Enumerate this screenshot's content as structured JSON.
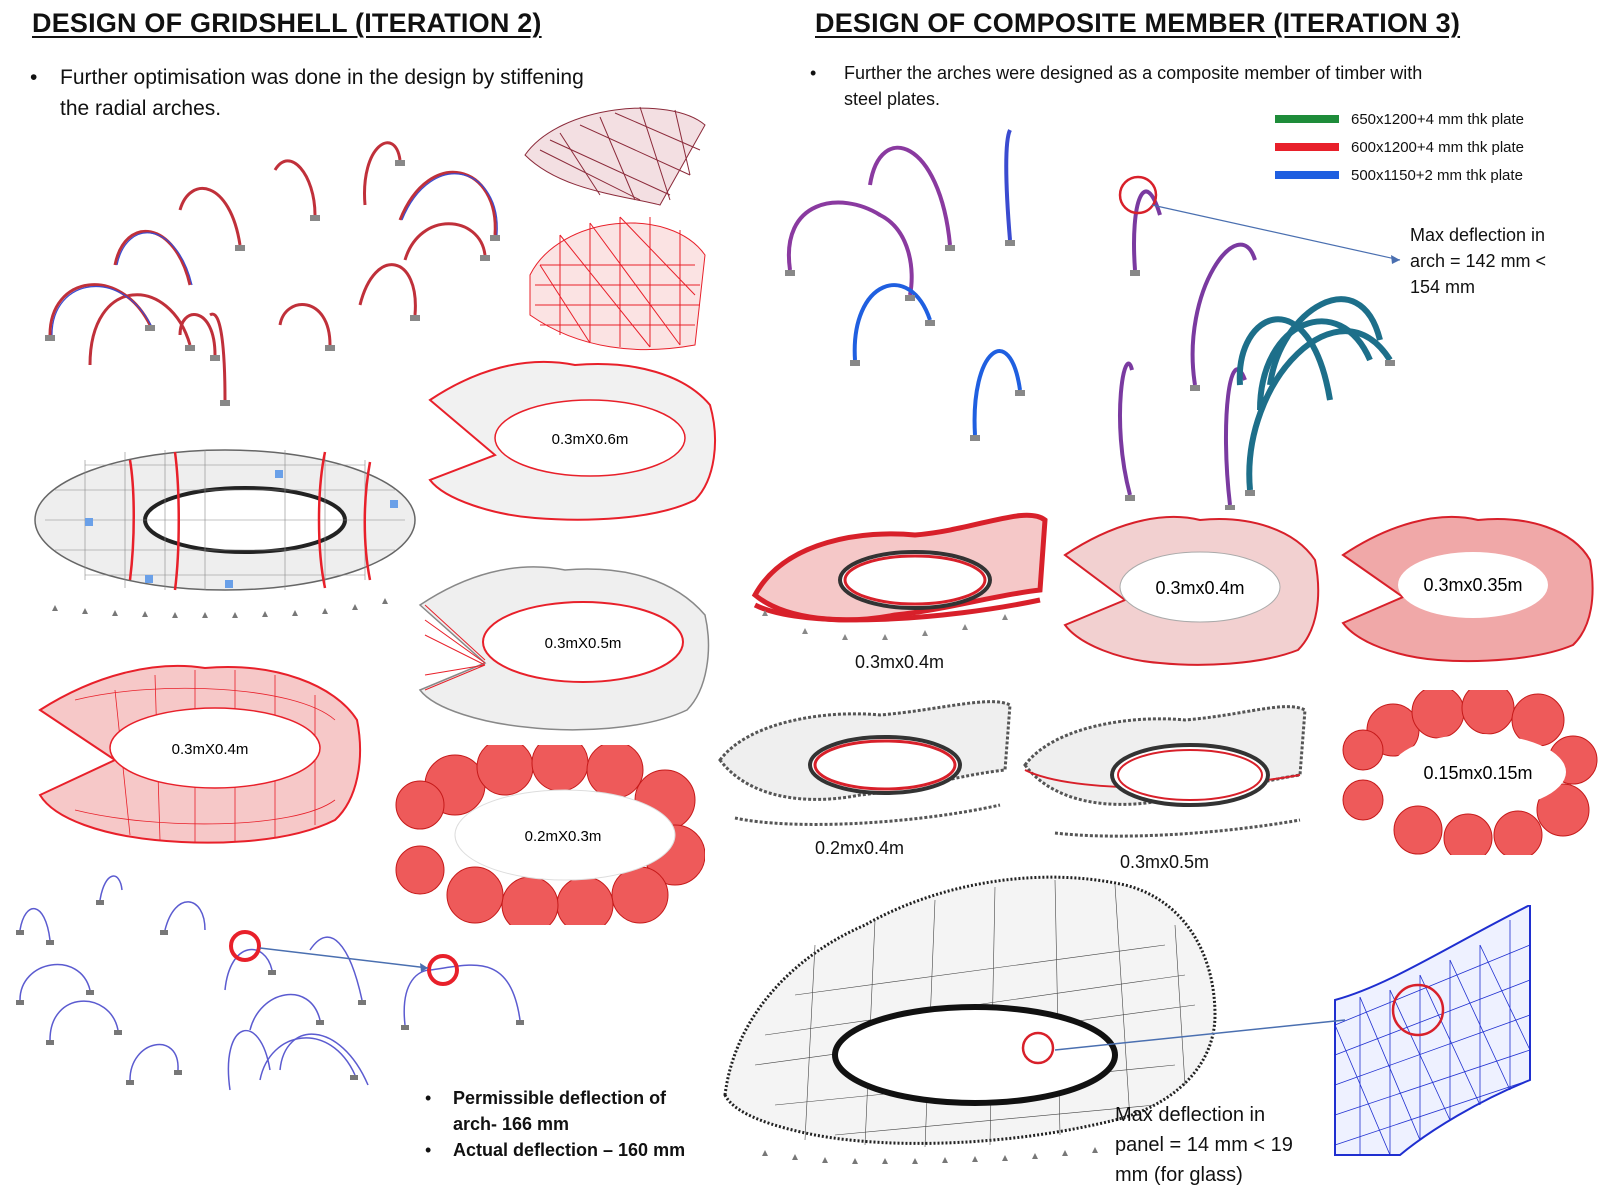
{
  "left": {
    "heading": "DESIGN OF GRIDSHELL (ITERATION 2)",
    "bullet_line1": "Further optimisation was done in the design by stiffening",
    "bullet_line2": "the radial arches.",
    "labels": [
      "0.3mX0.6m",
      "0.3mX0.5m",
      "0.3mX0.4m",
      "0.2mX0.3m"
    ],
    "notes": [
      "Permissible deflection of",
      "arch- 166 mm",
      "Actual deflection – 160 mm"
    ]
  },
  "right": {
    "heading": "DESIGN OF COMPOSITE MEMBER (ITERATION 3)",
    "bullet_line1": "Further the arches were designed as a composite member of timber with",
    "bullet_line2": "steel plates.",
    "legend": [
      {
        "label": "650x1200+4 mm thk plate",
        "color": "#1e8c3a"
      },
      {
        "label": "600x1200+4 mm thk plate",
        "color": "#e8202a"
      },
      {
        "label": "500x1150+2 mm thk plate",
        "color": "#1f5fe0"
      }
    ],
    "arch_deflection": [
      "Max deflection in",
      "arch = 142  mm <",
      "154 mm"
    ],
    "labels": [
      "0.3mx0.4m",
      "0.3mx0.4m",
      "0.3mx0.35m",
      "0.2mx0.4m",
      "0.3mx0.5m",
      "0.15mx0.15m"
    ],
    "panel_deflection": [
      "Max deflection in",
      "panel = 14 mm < 19",
      "mm (for glass)"
    ]
  },
  "bullet_symbol": "•",
  "colors": {
    "red": "#e8202a",
    "blue": "#1f5fe0",
    "purple": "#7a3aa8",
    "teal": "#1d6f8a",
    "grey": "#9a9a9a",
    "black": "#222222"
  }
}
